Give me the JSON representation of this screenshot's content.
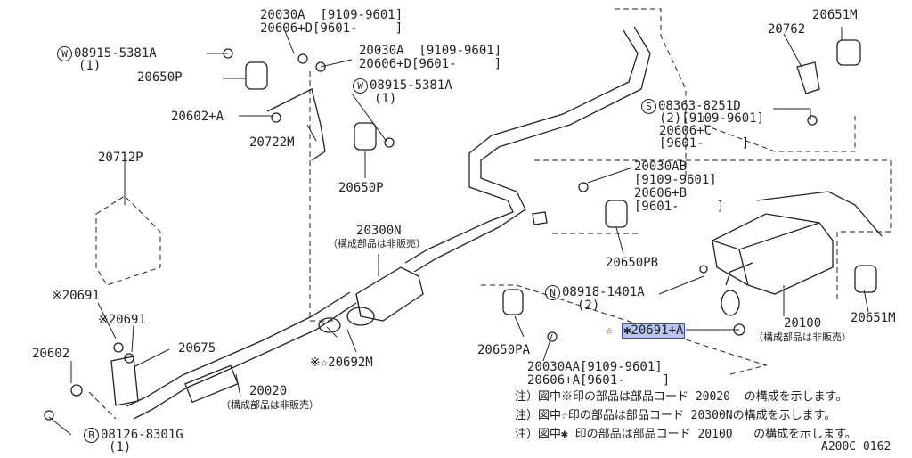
{
  "diagram": {
    "code": "A200C 0162",
    "callouts": {
      "c1": "20030A  [9109-9601]",
      "c2": "20606+D[9601-     ]",
      "c3": "08915-5381A",
      "c3q": "(1)",
      "c4": "20650P",
      "c5": "20030A  [9109-9601]",
      "c6": "20606+D[9601-     ]",
      "c7": "08915-5381A",
      "c7q": "(1)",
      "c8": "20602+A",
      "c9": "20722M",
      "c10": "20650P",
      "c11": "20651M",
      "c12": "20762",
      "c13": "08363-8251D",
      "c14": "(2)[9109-9601]",
      "c15": "20606+C",
      "c16": "[9601-     ]",
      "c17": "20712P",
      "c18": "20300N",
      "c19": "（構成部品は非販売）",
      "c20": "20030AB",
      "c21": "[9109-9601]",
      "c22": "20606+B",
      "c23": "[9601-     ]",
      "c24": "20650PB",
      "c25": "※20691",
      "c26": "※20691",
      "c27": "20602",
      "c28": "20675",
      "c29": "08918-1401A",
      "c29q": "(2)",
      "c30": "20650PA",
      "c31": "※☆20692M",
      "c32": "☆",
      "c33": "✱20691+A",
      "c34": "20100",
      "c35": "（構成部品は非販売）",
      "c36": "20651M",
      "c37": "20020",
      "c38": "（構成部品は非販売）",
      "c39": "20030AA[9109-9601]",
      "c40": "20606+A[9601-     ]",
      "c41": "08126-8301G",
      "c41q": "(1)"
    },
    "prefixes": {
      "w": "W",
      "s": "S",
      "n": "N",
      "b": "B"
    },
    "notes": [
      "注）図中※印の部品は部品コード 20020  の構成を示します。",
      "注）図中☆印の部品は部品コード 20300Nの構成を示します。",
      "注）図中✱ 印の部品は部品コード 20100   の構成を示します。"
    ]
  }
}
